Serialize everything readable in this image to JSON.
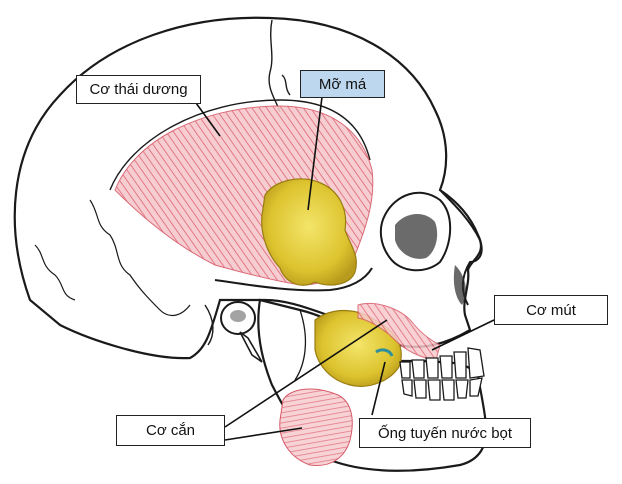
{
  "labels": {
    "temporalis": "Cơ thái dương",
    "buccal_fat": "Mỡ má",
    "buccinator": "Cơ mút",
    "masseter": "Cơ cắn",
    "parotid_duct": "Ống tuyến nước bọt"
  },
  "colors": {
    "highlight_label": "#bdd7ee",
    "muscle": "#e8737f",
    "fat": "#e3cf3a",
    "outline": "#1a1a1a"
  }
}
